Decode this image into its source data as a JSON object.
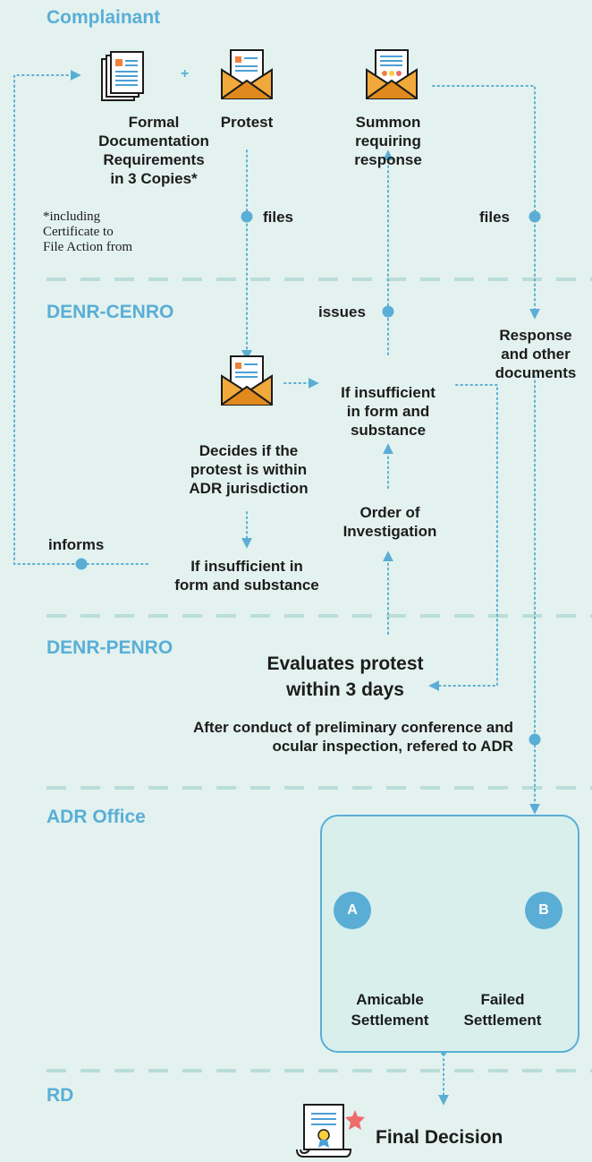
{
  "sections": {
    "complainant": "Complainant",
    "cenro": "DENR-CENRO",
    "penro": "DENR-PENRO",
    "adr": "ADR Office",
    "rd": "RD"
  },
  "complainant": {
    "formal_docs": "Formal\nDocumentation\nRequirements\nin 3 Copies*",
    "plus": "+",
    "protest": "Protest",
    "summon": "Summon\nrequiring\nresponse",
    "note": "*including\nCertificate to\nFile Action from",
    "files_left": "files",
    "files_right": "files"
  },
  "cenro": {
    "issues": "issues",
    "response": "Response\nand other\ndocuments",
    "insufficient_top": "If insufficient\nin form and\nsubstance",
    "decides": "Decides if the\nprotest is within\nADR jurisdiction",
    "order": "Order of\nInvestigation",
    "informs": "informs",
    "insufficient_bottom": "If insufficient in\nform and substance"
  },
  "penro": {
    "evaluates": "Evaluates protest\nwithin 3 days",
    "after": "After conduct of preliminary conference and\nocular inspection, refered to ADR"
  },
  "adr": {
    "badge_a": "A",
    "badge_b": "B",
    "amicable": "Amicable\nSettlement",
    "failed": "Failed\nSettlement"
  },
  "rd": {
    "final": "Final Decision"
  },
  "colors": {
    "background": "#e3f2ef",
    "accent": "#5aaed6",
    "dash": "#b9ddd9",
    "envelope": "#f2a93b",
    "envelope_dark": "#e08a1e",
    "doc_lines": "#4b9fd6",
    "doc_orange": "#f0803c",
    "star": "#ee6b6e",
    "fail": "#e8483f",
    "skin": "#f3c8a2",
    "sleeve": "#3a3a3a"
  },
  "icons": [
    "document-stack-icon",
    "envelope-letter-icon",
    "scroll-document-icon",
    "handshake-icon",
    "certificate-icon",
    "star-icon",
    "fail-x-icon"
  ]
}
